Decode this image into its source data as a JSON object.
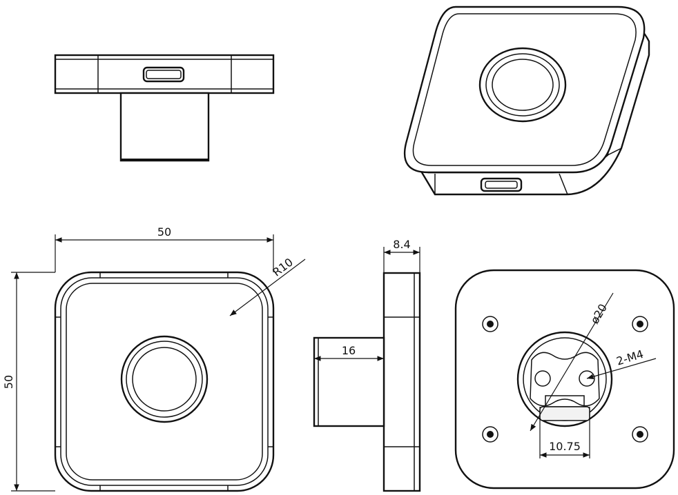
{
  "dimensions": {
    "front_width": "50",
    "front_height": "50",
    "corner_radius": "R10",
    "side_thickness": "8.4",
    "shaft_length": "16",
    "bore_diameter": "ø20",
    "screw_spec": "2-M4",
    "slot_width": "10.75"
  },
  "colors": {
    "line": "#111111",
    "background": "#ffffff"
  }
}
